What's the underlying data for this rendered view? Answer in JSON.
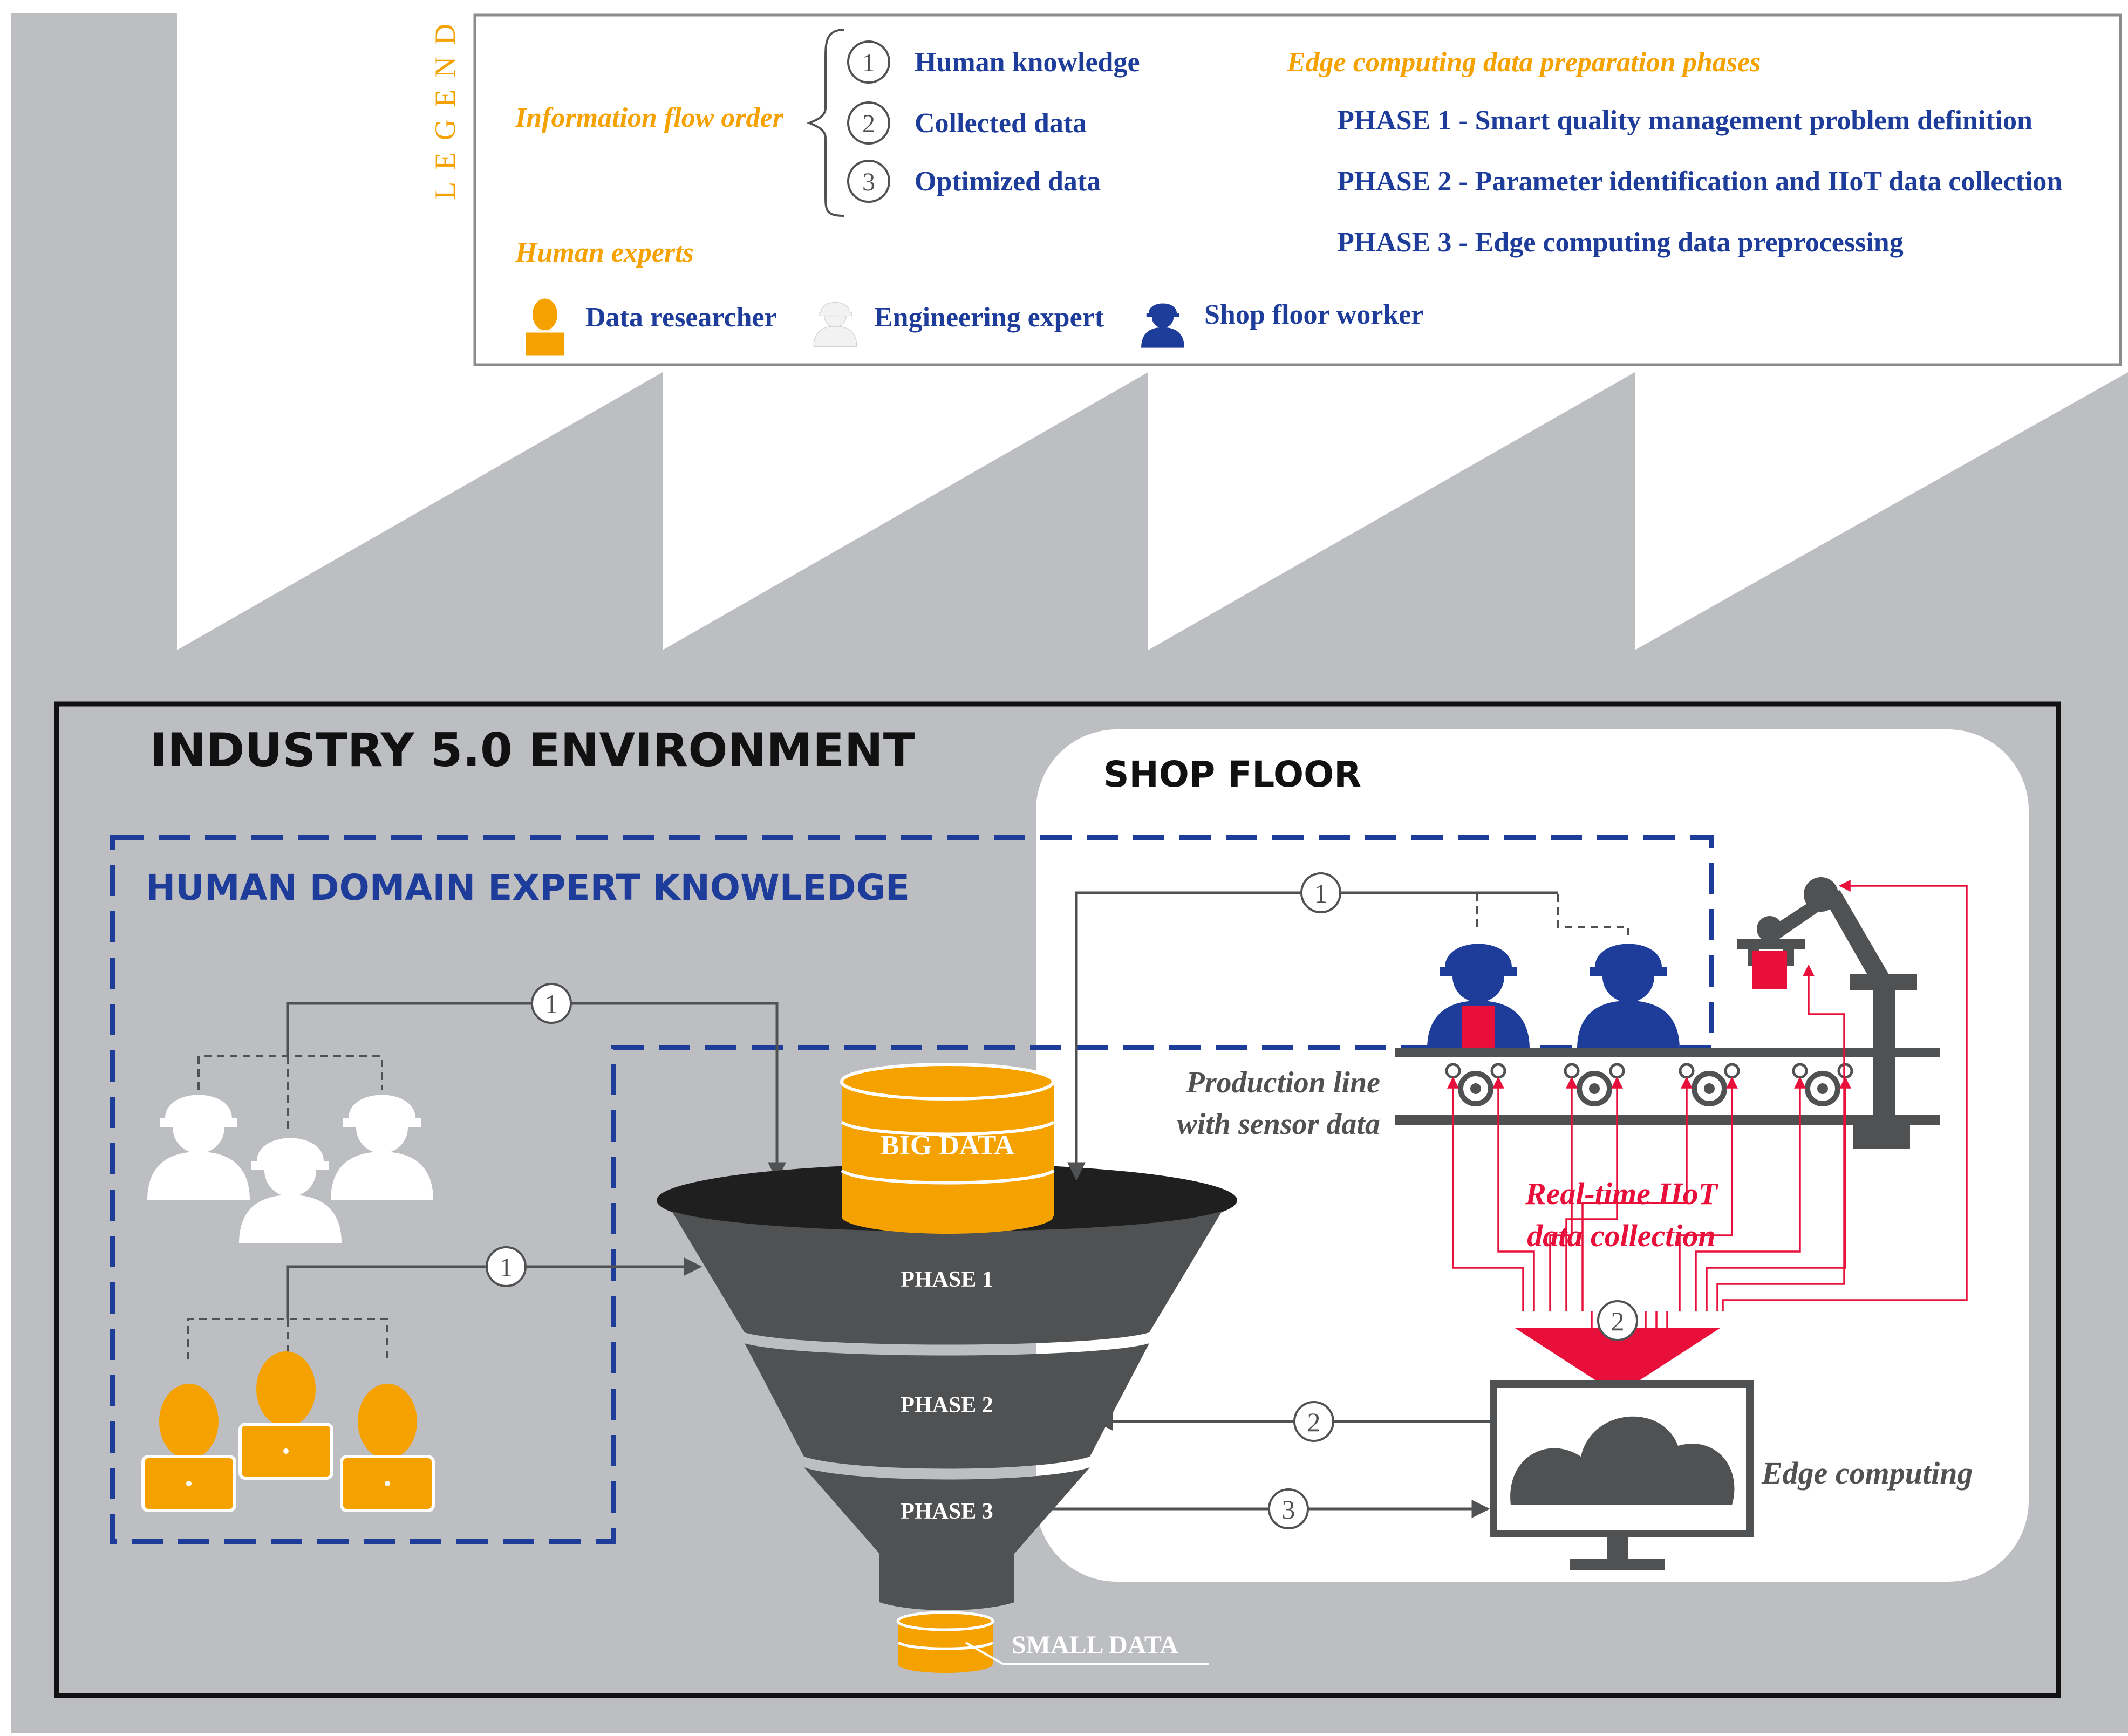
{
  "legend": {
    "title": "LEGEND",
    "flow_order_label": "Information flow order",
    "flow_items": [
      {
        "num": "1",
        "label": "Human knowledge"
      },
      {
        "num": "2",
        "label": "Collected data"
      },
      {
        "num": "3",
        "label": "Optimized data"
      }
    ],
    "phases_title": "Edge computing data preparation phases",
    "phases": [
      "PHASE 1 - Smart quality management problem definition",
      "PHASE 2 - Parameter identification and IIoT data collection",
      "PHASE 3 - Edge computing data preprocessing"
    ],
    "experts_title": "Human experts",
    "experts": [
      {
        "label": "Data researcher",
        "icon": "data-researcher-icon",
        "color": "#f5a200"
      },
      {
        "label": "Engineering expert",
        "icon": "engineering-expert-icon",
        "color": "#f2f2f2"
      },
      {
        "label": "Shop floor worker",
        "icon": "shop-floor-worker-icon",
        "color": "#1e3c9a"
      }
    ]
  },
  "diagram": {
    "environment_title": "INDUSTRY 5.0 ENVIRONMENT",
    "shop_floor_title": "SHOP FLOOR",
    "human_domain_title": "HUMAN DOMAIN EXPERT KNOWLEDGE",
    "big_data_label": "BIG DATA",
    "funnel_phases": [
      "PHASE 1",
      "PHASE 2",
      "PHASE 3"
    ],
    "small_data_label": "SMALL DATA",
    "production_line_label": [
      "Production line",
      "with sensor data"
    ],
    "iiot_label": [
      "Real-time IIoT",
      "data collection"
    ],
    "edge_label": "Edge  computing",
    "arrow_numbers": {
      "engineers_to_funnel": "1",
      "researchers_to_funnel": "1",
      "workers_to_funnel": "1",
      "iiot_to_edge": "2",
      "edge_to_phase2": "2",
      "phase3_to_edge": "3"
    }
  },
  "colors": {
    "background_gray": "#bdbec1",
    "orange": "#f5a200",
    "blue": "#1e3c9a",
    "dark_gray": "#505152",
    "red": "#e8103a"
  }
}
